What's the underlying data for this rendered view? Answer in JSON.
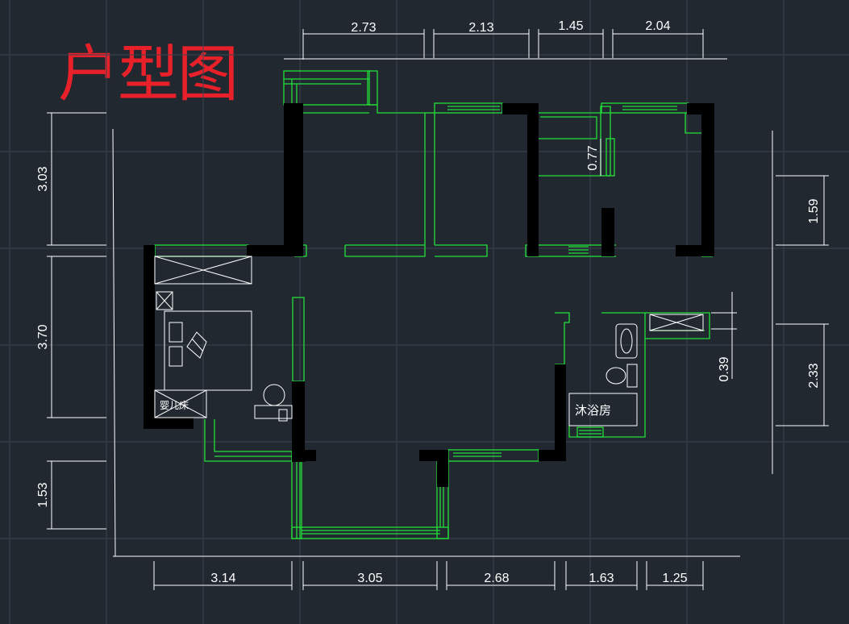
{
  "title": "户型图",
  "labels": {
    "baby_bed": "婴儿床",
    "shower": "沐浴房"
  },
  "dimensions": {
    "top": [
      "2.73",
      "2.13",
      "1.45",
      "2.04"
    ],
    "bottom": [
      "3.14",
      "3.05",
      "2.68",
      "1.63",
      "1.25"
    ],
    "left": [
      "3.03",
      "3.70",
      "1.53"
    ],
    "right": [
      "1.59",
      "2.33",
      "0.39"
    ],
    "inner": "0.77"
  },
  "colors": {
    "background": "#212830",
    "title": "#e8202a",
    "walls": "#000000",
    "windows": "#22e03a",
    "dimension_lines": "#ffffff"
  }
}
